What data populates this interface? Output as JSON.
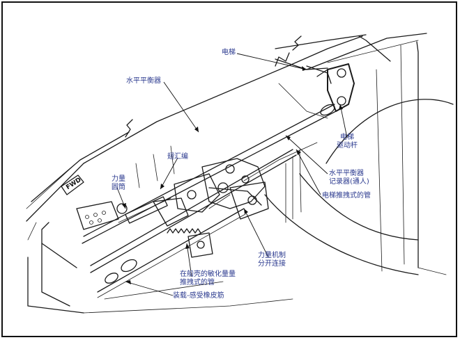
{
  "labels": {
    "elevator": "电梯",
    "horizontal_stabilizer": "水平平衡器",
    "spar_bracket": "翅汇编",
    "feel_cylinder": [
      "力量",
      "圆筒"
    ],
    "elevator_drive_lever": [
      "电梯",
      "驱动杆"
    ],
    "stabilizer_recorder": [
      "水平平衡器",
      "记录器(通人)"
    ],
    "elevator_push_pull_tube": "电梯推拽式的管",
    "feel_mechanism_disconnect": [
      "力量机制",
      "分开连接"
    ],
    "hull_push_pull_tube": [
      "在船壳的敏化量量",
      "推拽式的管"
    ],
    "bungee_spring": "装载-感受橡皮筋"
  },
  "fwd_sign": "FWD",
  "colors": {
    "label_text": "#2b3a8f",
    "line_ink": "#1a1a1a",
    "background": "#ffffff"
  }
}
